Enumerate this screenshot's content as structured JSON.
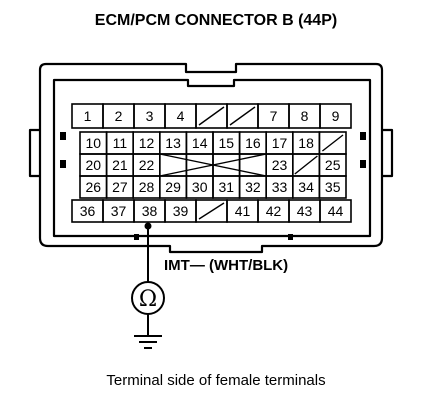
{
  "title": "ECM/PCM CONNECTOR B (44P)",
  "caption": "Terminal side of female terminals",
  "wire": {
    "signal": "IMT",
    "color_code": "(WHT/BLK)",
    "pin": "38"
  },
  "meter_symbol": "Ω",
  "connector": {
    "rows": [
      [
        "1",
        "2",
        "3",
        "4",
        "",
        "",
        "7",
        "8",
        "9"
      ],
      [
        "10",
        "11",
        "12",
        "13",
        "14",
        "15",
        "16",
        "17",
        "18",
        ""
      ],
      [
        "20",
        "21",
        "22",
        "",
        "",
        "",
        "",
        "23",
        "",
        "25"
      ],
      [
        "26",
        "27",
        "28",
        "29",
        "30",
        "31",
        "32",
        "33",
        "34",
        "35"
      ],
      [
        "36",
        "37",
        "38",
        "39",
        "",
        "41",
        "42",
        "43",
        "44"
      ]
    ]
  }
}
